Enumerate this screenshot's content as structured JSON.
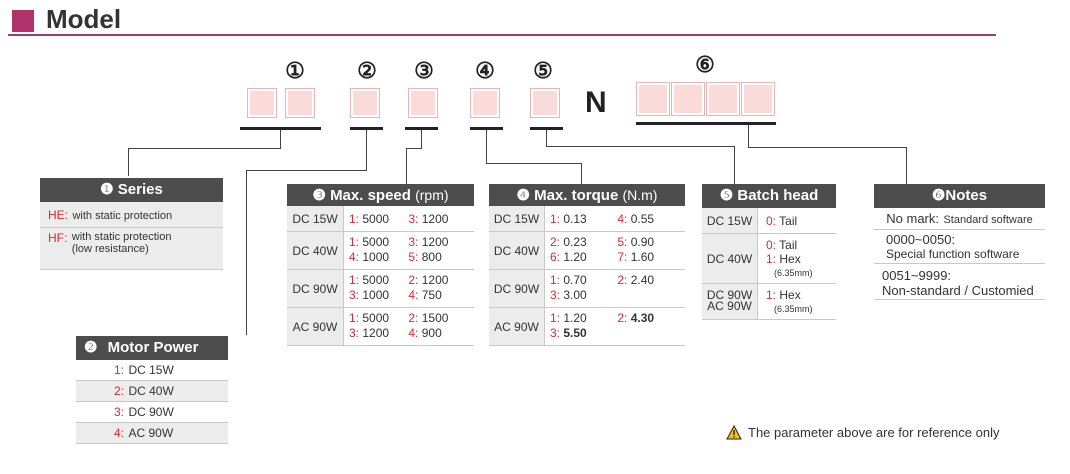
{
  "header": {
    "title": "Model"
  },
  "code": {
    "numbers": [
      "①",
      "②",
      "③",
      "④",
      "⑤",
      "⑥"
    ],
    "letter": "N"
  },
  "series": {
    "title": "Series",
    "bullet": "❶",
    "rows": [
      {
        "code": "HE:",
        "text": "with static protection"
      },
      {
        "code": "HF:",
        "text": "with static protection",
        "text2": "(low resistance)"
      }
    ]
  },
  "motor_power": {
    "title": "Motor Power",
    "bullet": "❷",
    "rows": [
      {
        "code": "1:",
        "text": "DC 15W"
      },
      {
        "code": "2:",
        "text": "DC 40W"
      },
      {
        "code": "3:",
        "text": "DC 90W"
      },
      {
        "code": "4:",
        "text": "AC 90W"
      }
    ]
  },
  "speed": {
    "bullet": "❸",
    "title": "Max. speed",
    "unit": "(rpm)",
    "rows": [
      {
        "label": "DC 15W",
        "a_code": "1:",
        "a_val": "5000",
        "b_code": "3:",
        "b_val": "1200"
      },
      {
        "label": "DC 40W",
        "a_code": "1:",
        "a_val": "5000",
        "b_code": "3:",
        "b_val": "1200",
        "c_code": "4:",
        "c_val": "1000",
        "d_code": "5:",
        "d_val": "800"
      },
      {
        "label": "DC 90W",
        "a_code": "1:",
        "a_val": "5000",
        "b_code": "2:",
        "b_val": "1200",
        "c_code": "3:",
        "c_val": "1000",
        "d_code": "4:",
        "d_val": "750"
      },
      {
        "label": "AC 90W",
        "a_code": "1:",
        "a_val": "5000",
        "b_code": "2:",
        "b_val": "1500",
        "c_code": "3:",
        "c_val": "1200",
        "d_code": "4:",
        "d_val": "900"
      }
    ]
  },
  "torque": {
    "bullet": "❹",
    "title": "Max. torque",
    "unit": "(N.m)",
    "rows": [
      {
        "label": "DC 15W",
        "a_code": "1:",
        "a_val": "0.13",
        "b_code": "4:",
        "b_val": "0.55"
      },
      {
        "label": "DC 40W",
        "a_code": "2:",
        "a_val": "0.23",
        "b_code": "5:",
        "b_val": "0.90",
        "c_code": "6:",
        "c_val": "1.20",
        "d_code": "7:",
        "d_val": "1.60"
      },
      {
        "label": "DC 90W",
        "a_code": "1:",
        "a_val": "0.70",
        "b_code": "2:",
        "b_val": "2.40",
        "c_code": "3:",
        "c_val": "3.00"
      },
      {
        "label": "AC 90W",
        "a_code": "1:",
        "a_val": "1.20",
        "b_code": "2:",
        "b_val": "4.30",
        "c_code": "3:",
        "c_val": "5.50"
      }
    ]
  },
  "batch_head": {
    "bullet": "❺",
    "title": "Batch head",
    "rows": [
      {
        "label": "DC 15W",
        "code": "0:",
        "text": "Tail"
      },
      {
        "label": "DC 40W",
        "code": "0:",
        "text": "Tail",
        "code2": "1:",
        "text2": "Hex",
        "note": "(6.35mm)"
      },
      {
        "label": "DC 90W",
        "label2": "AC 90W",
        "code": "1:",
        "text": "Hex",
        "note": "(6.35mm)"
      }
    ]
  },
  "notes": {
    "bullet": "❻",
    "title": "Notes",
    "rows": [
      {
        "prefix": "No mark:",
        "text": "Standard software"
      },
      {
        "code": "0000~0050:",
        "text": "Special function software"
      },
      {
        "code": "0051~9999:",
        "text": "Non-standard / Customied"
      }
    ]
  },
  "footer": {
    "warning": "The parameter above are for reference only"
  }
}
